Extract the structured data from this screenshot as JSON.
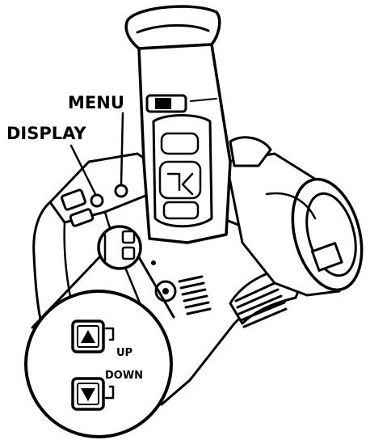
{
  "labels": {
    "menu": "MENU",
    "display": "DISPLAY",
    "up": "UP",
    "down": "DOWN"
  },
  "icons": {
    "up_button": "triangle-up-icon",
    "down_button": "triangle-down-icon"
  },
  "colors": {
    "ink": "#000000",
    "paper": "#ffffff"
  }
}
